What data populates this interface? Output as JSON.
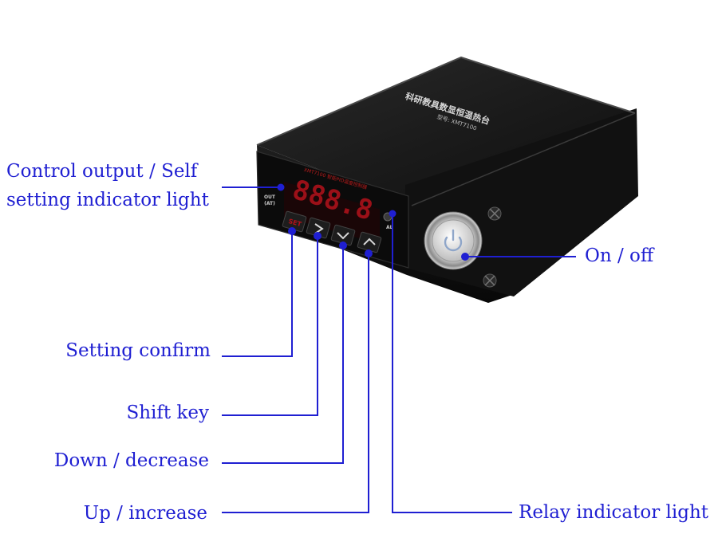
{
  "colors": {
    "label": "#1f1fd2",
    "leader_line": "#1f1fd2",
    "device_body": "#141414",
    "display_digits": "#b3121b",
    "background": "#ffffff"
  },
  "device": {
    "top_text_line1": "科研教具数显恒温热台",
    "top_text_line2": "型号: XMT7100",
    "panel_title": "XMT7100  智能PID温度控制器",
    "display_value": "888.8",
    "out_indicator_label": "OUT\n(AT)",
    "al_indicator_label": "AL",
    "set_key_label": "SET",
    "shift_key_icon": "chevron-right-icon",
    "down_key_icon": "chevron-down-icon",
    "up_key_icon": "chevron-up-icon",
    "power_icon": "power-icon"
  },
  "labels": {
    "control_output_line1": "Control output / Self",
    "control_output_line2": "setting indicator light",
    "on_off": "On / off",
    "setting_confirm": "Setting confirm",
    "shift_key": "Shift key",
    "down_decrease": "Down / decrease",
    "up_increase": "Up / increase",
    "relay_indicator": "Relay indicator light"
  }
}
